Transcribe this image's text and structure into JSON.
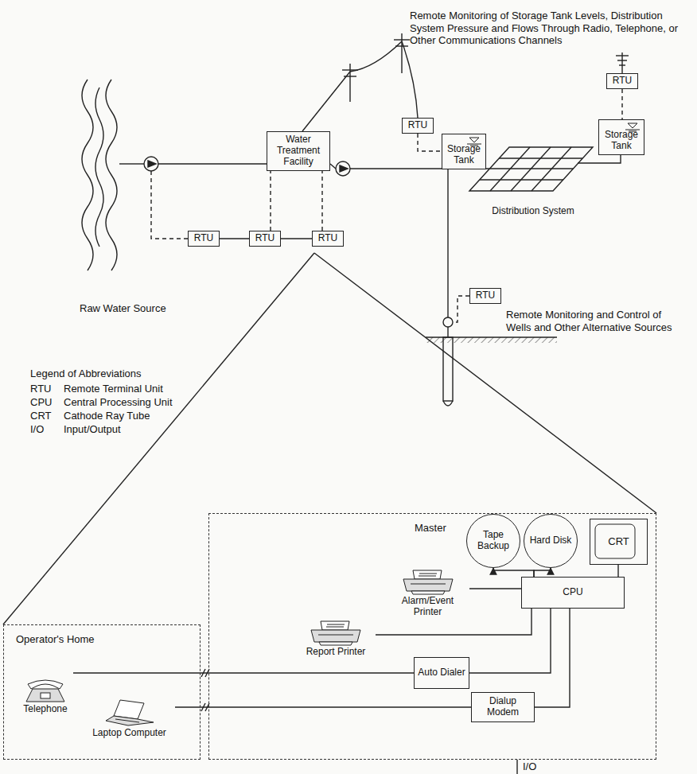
{
  "diagram": {
    "nodes": [
      {
        "text": [
          "Water Treatment Facility"
        ]
      },
      {
        "text": [
          "RTU"
        ]
      },
      {
        "text": [
          "RTU"
        ]
      },
      {
        "text": [
          "RTU"
        ]
      },
      {
        "text": [
          "RTU"
        ]
      },
      {
        "text": [
          "RTU"
        ]
      },
      {
        "text": [
          "RTU"
        ]
      },
      {
        "text": [
          "Storage Tank"
        ]
      },
      {
        "text": [
          "Storage Tank"
        ]
      },
      {
        "text": [
          "Distribution System"
        ]
      },
      {
        "text": [
          "Master"
        ]
      },
      {
        "text": [
          "Tape Backup"
        ],
        "in": 10
      },
      {
        "text": [
          "Hard Disk"
        ],
        "in": 10
      },
      {
        "text": [
          "CRT"
        ],
        "in": 10
      },
      {
        "text": [
          "CPU"
        ],
        "in": 10
      },
      {
        "text": [
          "Alarm/Event Printer"
        ],
        "in": 10
      },
      {
        "text": [
          "Report Printer"
        ],
        "in": 10
      },
      {
        "text": [
          "Auto Dialer"
        ],
        "in": 10
      },
      {
        "text": [
          "Dialup Modem"
        ],
        "in": 10
      },
      {
        "text": [
          "Operator's Home"
        ]
      },
      {
        "text": [
          "Telephone"
        ],
        "in": 19
      },
      {
        "text": [
          "Laptop Computer"
        ],
        "in": 19
      }
    ],
    "edges": [
      {
        "from": 1,
        "to": 2,
        "arrow": "none"
      },
      {
        "from": 2,
        "to": 3,
        "arrow": "none"
      },
      {
        "from": 2,
        "to": 0,
        "arrow": "none"
      },
      {
        "from": 3,
        "to": 0,
        "arrow": "none"
      },
      {
        "from": 4,
        "to": 7,
        "arrow": "none"
      },
      {
        "from": 5,
        "to": 8,
        "arrow": "none"
      },
      {
        "from": 14,
        "to": 11,
        "arrow": "to"
      },
      {
        "from": 14,
        "to": 12,
        "arrow": "to"
      },
      {
        "from": 13,
        "to": 14,
        "arrow": "none"
      },
      {
        "from": 14,
        "to": 15,
        "arrow": "none"
      },
      {
        "from": 14,
        "to": 16,
        "arrow": "none"
      },
      {
        "from": 14,
        "to": 17,
        "arrow": "none"
      },
      {
        "from": 14,
        "to": 18,
        "arrow": "none"
      },
      {
        "from": 17,
        "to": 20,
        "arrow": "none"
      },
      {
        "from": 18,
        "to": 21,
        "arrow": "none"
      }
    ],
    "labels": [
      "Remote Monitoring of Storage Tank Levels, Distribution System Pressure and Flows Through Radio, Telephone, or Other Communications Channels",
      "Raw Water Source",
      "Remote Monitoring and Control of Wells and Other Alternative Sources",
      "Legend of Abbreviations",
      "RTU",
      "Remote Terminal Unit",
      "CPU",
      "Central Processing Unit",
      "CRT",
      "Cathode Ray Tube",
      "I/O",
      "Input/Output",
      "I/O"
    ]
  }
}
